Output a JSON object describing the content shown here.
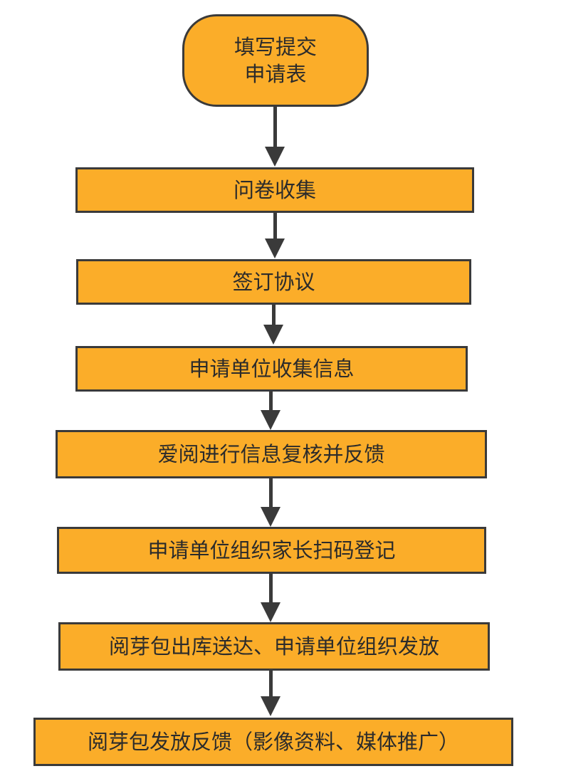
{
  "flowchart": {
    "start": {
      "line1": "填写提交",
      "line2": "申请表"
    },
    "steps": [
      "问卷收集",
      "签订协议",
      "申请单位收集信息",
      "爱阅进行信息复核并反馈",
      "申请单位组织家长扫码登记",
      "阅芽包出库送达、申请单位组织发放",
      "阅芽包发放反馈（影像资料、媒体推广）"
    ],
    "colors": {
      "node_fill": "#fbad29",
      "node_border": "#3a3a3a",
      "arrow": "#3a3a3a",
      "text": "#2b2b2b"
    }
  }
}
